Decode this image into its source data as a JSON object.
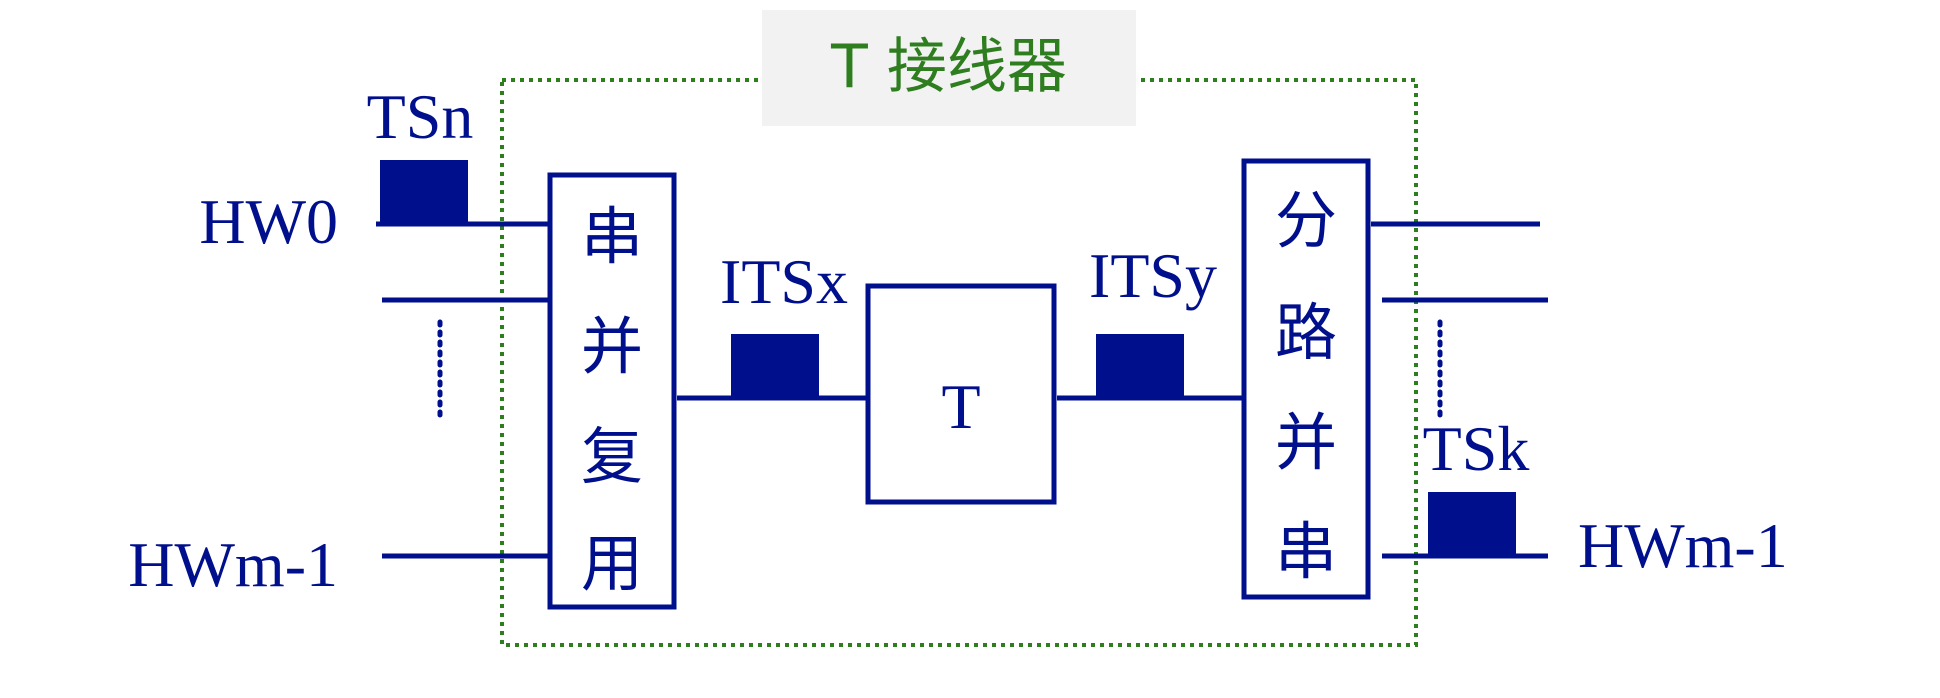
{
  "title": "T 接线器",
  "inputs": {
    "top_label": "HW0",
    "bottom_label": "HWm-1",
    "timeslot_label": "TSn"
  },
  "mux_block": {
    "chars": [
      "串",
      "并",
      "复",
      "用"
    ]
  },
  "middle": {
    "left_timeslot_label": "ITSx",
    "switch_label": "T",
    "right_timeslot_label": "ITSy"
  },
  "demux_block": {
    "chars": [
      "分",
      "路",
      "并",
      "串"
    ]
  },
  "outputs": {
    "bottom_label": "HWm-1",
    "timeslot_label": "TSk"
  },
  "colors": {
    "primary": "#000F8C",
    "boundary": "#2E7D1F",
    "title_text": "#2E7D1F",
    "title_background": "#F2F2F2",
    "slot_fill": "#000F8C"
  }
}
